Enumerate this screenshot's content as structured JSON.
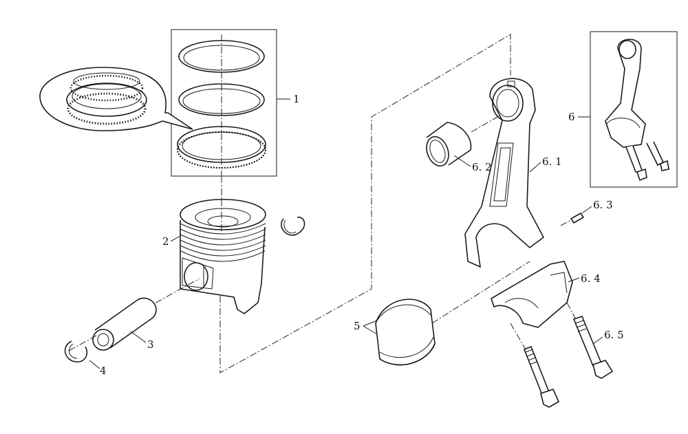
{
  "callouts": {
    "piston_rings": "1",
    "piston": "2",
    "piston_pin": "3",
    "snap_ring": "4",
    "bearing_shells": "5",
    "conrod_assembly": "6",
    "conrod": "6. 1",
    "small_end_bushing": "6. 2",
    "oil_nozzle": "6. 3",
    "rod_cap": "6. 4",
    "rod_bolt": "6. 5"
  },
  "colors": {
    "ink": "#1a1a1a",
    "paper": "#ffffff"
  }
}
